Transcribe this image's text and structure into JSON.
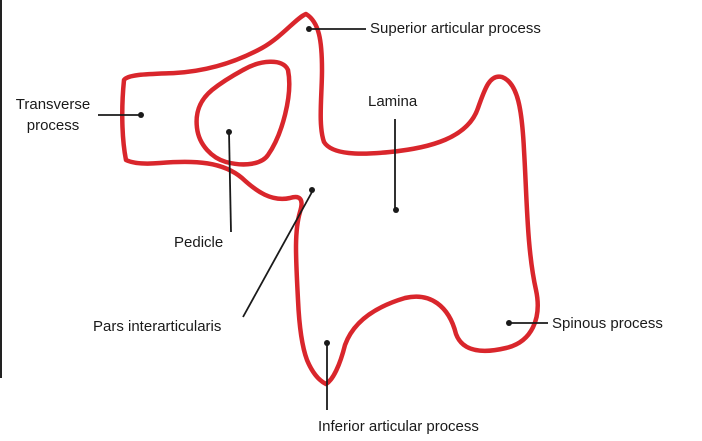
{
  "diagram": {
    "outline_color": "#d9262c",
    "line_color": "#1a1a1a",
    "labels": {
      "superior_articular_process": "Superior articular process",
      "transverse_process_line1": "Transverse",
      "transverse_process_line2": "process",
      "lamina": "Lamina",
      "pedicle": "Pedicle",
      "pars_interarticularis": "Pars interarticularis",
      "spinous_process": "Spinous process",
      "inferior_articular_process": "Inferior articular process"
    }
  }
}
